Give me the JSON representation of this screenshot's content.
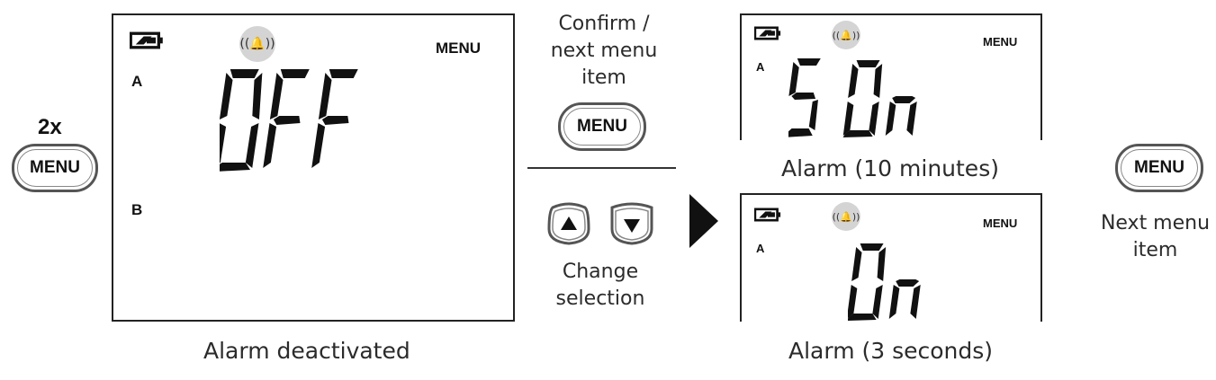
{
  "left": {
    "count_label": "2x",
    "button_label": "MENU"
  },
  "main_display": {
    "menu_label": "MENU",
    "channel_a": "A",
    "channel_b": "B",
    "value": "OFF",
    "caption": "Alarm deactivated"
  },
  "middle": {
    "confirm_caption": [
      "Confirm /",
      "next menu",
      "item"
    ],
    "menu_button_label": "MENU",
    "change_caption": [
      "Change",
      "selection"
    ]
  },
  "display_top": {
    "menu_label": "MENU",
    "channel_a": "A",
    "value": "5 On",
    "caption": "Alarm (10 minutes)"
  },
  "display_bottom": {
    "menu_label": "MENU",
    "channel_a": "A",
    "value": "On",
    "caption": "Alarm (3 seconds)"
  },
  "right": {
    "button_label": "MENU",
    "caption": [
      "Next menu",
      "item"
    ]
  },
  "colors": {
    "ink": "#111111",
    "alarm_bubble": "#d4d4d4",
    "border": "#555555"
  }
}
